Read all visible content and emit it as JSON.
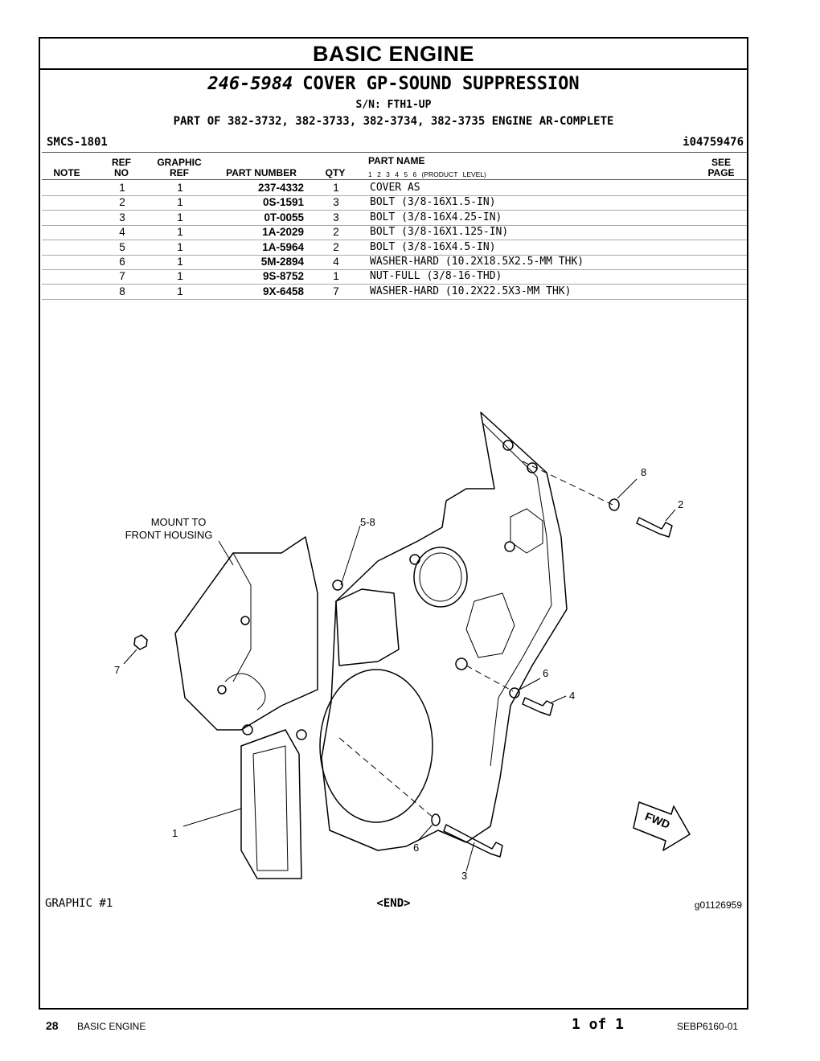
{
  "header": {
    "section_title": "BASIC ENGINE",
    "group_part_number": "246-5984",
    "group_name": "COVER GP-SOUND SUPPRESSION",
    "serial": "S/N: FTH1-UP",
    "part_of": "PART OF 382-3732, 382-3733, 382-3734, 382-3735 ENGINE AR-COMPLETE",
    "smcs": "SMCS-1801",
    "info_id": "i04759476"
  },
  "columns": {
    "note": "NOTE",
    "ref_no_1": "REF",
    "ref_no_2": "NO",
    "graphic_ref_1": "GRAPHIC",
    "graphic_ref_2": "REF",
    "part_number": "PART NUMBER",
    "qty": "QTY",
    "part_name": "PART NAME",
    "product_level": "1 2 3 4 5 6 (PRODUCT LEVEL)",
    "see_page_1": "SEE",
    "see_page_2": "PAGE"
  },
  "parts": [
    {
      "ref": "1",
      "graphic": "1",
      "pn": "237-4332",
      "qty": "1",
      "name": "COVER AS"
    },
    {
      "ref": "2",
      "graphic": "1",
      "pn": "0S-1591",
      "qty": "3",
      "name": "BOLT (3/8-16X1.5-IN)"
    },
    {
      "ref": "3",
      "graphic": "1",
      "pn": "0T-0055",
      "qty": "3",
      "name": "BOLT (3/8-16X4.25-IN)"
    },
    {
      "ref": "4",
      "graphic": "1",
      "pn": "1A-2029",
      "qty": "2",
      "name": "BOLT (3/8-16X1.125-IN)"
    },
    {
      "ref": "5",
      "graphic": "1",
      "pn": "1A-5964",
      "qty": "2",
      "name": "BOLT (3/8-16X4.5-IN)"
    },
    {
      "ref": "6",
      "graphic": "1",
      "pn": "5M-2894",
      "qty": "4",
      "name": "WASHER-HARD (10.2X18.5X2.5-MM THK)"
    },
    {
      "ref": "7",
      "graphic": "1",
      "pn": "9S-8752",
      "qty": "1",
      "name": "NUT-FULL (3/8-16-THD)"
    },
    {
      "ref": "8",
      "graphic": "1",
      "pn": "9X-6458",
      "qty": "7",
      "name": "WASHER-HARD (10.2X22.5X3-MM THK)"
    }
  ],
  "illustration": {
    "callout_mount": "MOUNT TO",
    "callout_mount_2": "FRONT HOUSING",
    "callout_5_8": "5-8",
    "callout_1": "1",
    "callout_2": "2",
    "callout_3": "3",
    "callout_4": "4",
    "callout_6a": "6",
    "callout_6b": "6",
    "callout_7": "7",
    "callout_8": "8",
    "fwd": "FWD"
  },
  "graphic_label": "GRAPHIC #1",
  "end_marker": "<END>",
  "graphic_id": "g01126959",
  "footer": {
    "page_number": "28",
    "section": "BASIC ENGINE",
    "page_of": "1 of 1",
    "doc_id": "SEBP6160-01"
  }
}
